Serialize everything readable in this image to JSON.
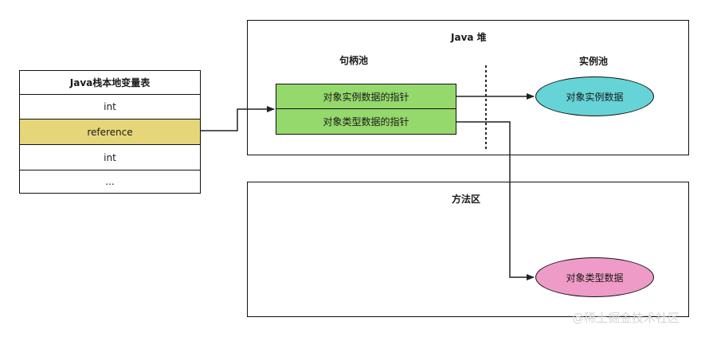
{
  "stack_table": {
    "title": "Java栈本地变量表",
    "rows": [
      "int",
      "reference",
      "int",
      "..."
    ]
  },
  "heap": {
    "title": "Java 堆",
    "handle_pool": {
      "title": "句柄池",
      "instance_ptr": "对象实例数据的指针",
      "type_ptr": "对象类型数据的指针"
    },
    "instance_pool": {
      "title": "实例池",
      "instance_data": "对象实例数据"
    }
  },
  "method_area": {
    "title": "方法区",
    "type_data": "对象类型数据"
  },
  "watermark": "@稀土掘金技术社区",
  "colors": {
    "reference_row": "#e6d67a",
    "handle_cells": "#95d86c",
    "instance_ellipse": "#66d3d6",
    "type_ellipse": "#ef9bc7"
  }
}
